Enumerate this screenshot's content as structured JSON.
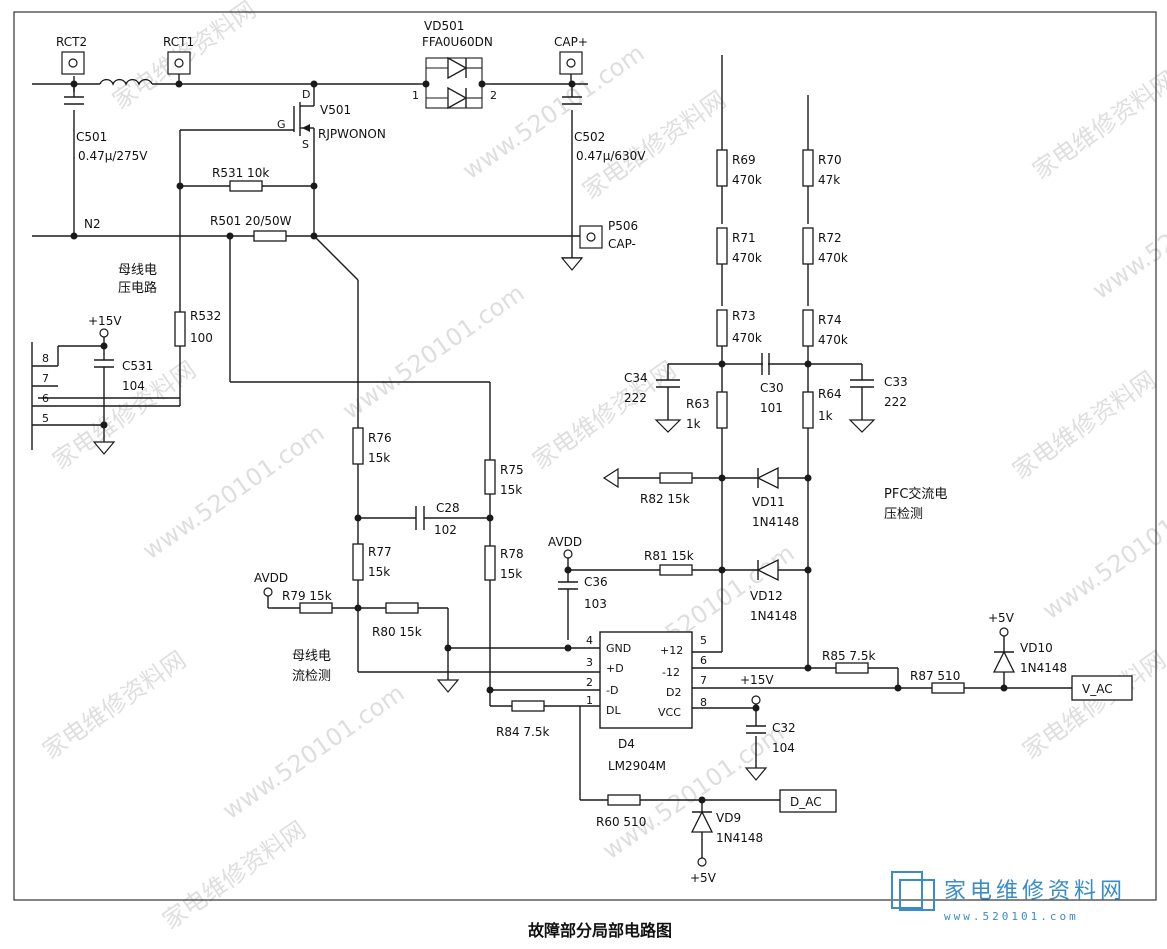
{
  "caption": "故障部分局部电路图",
  "watermark": {
    "logo": "家电维修资料网",
    "url": "www.520101.com",
    "tile_a": "家电维修资料网",
    "tile_b": "www.520101.com"
  },
  "notes": {
    "bus_voltage_1": "母线电",
    "bus_voltage_2": "压电路",
    "bus_current_1": "母线电",
    "bus_current_2": "流检测",
    "pfc_1": "PFC交流电",
    "pfc_2": "压检测"
  },
  "components": {
    "rct2": "RCT2",
    "rct1": "RCT1",
    "vd501_name": "VD501",
    "vd501_part": "FFA0U60DN",
    "vd501_pin1": "1",
    "vd501_pin2": "2",
    "cap_plus": "CAP+",
    "v501_name": "V501",
    "v501_part": "RJPWONON",
    "v501_d": "D",
    "v501_g": "G",
    "v501_s": "S",
    "c501_name": "C501",
    "c501_val": "0.47μ/275V",
    "c502_name": "C502",
    "c502_val": "0.47μ/630V",
    "r531": "R531  10k",
    "n2": "N2",
    "r501": "R501  20/50W",
    "p506": "P506",
    "cap_minus": "CAP-",
    "r532_name": "R532",
    "r532_val": "100",
    "p15v_a": "+15V",
    "c531_name": "C531",
    "c531_val": "104",
    "conn_8": "8",
    "conn_7": "7",
    "conn_6": "6",
    "conn_5": "5",
    "r69_name": "R69",
    "r69_val": "470k",
    "r70_name": "R70",
    "r70_val": "47k",
    "r71_name": "R71",
    "r71_val": "470k",
    "r72_name": "R72",
    "r72_val": "470k",
    "r73_name": "R73",
    "r73_val": "470k",
    "r74_name": "R74",
    "r74_val": "470k",
    "c34_name": "C34",
    "c34_val": "222",
    "r63_name": "R63",
    "r63_val": "1k",
    "c30_name": "C30",
    "c30_val": "101",
    "r64_name": "R64",
    "r64_val": "1k",
    "c33_name": "C33",
    "c33_val": "222",
    "r76_name": "R76",
    "r76_val": "15k",
    "r75_name": "R75",
    "r75_val": "15k",
    "c28_name": "C28",
    "c28_val": "102",
    "r77_name": "R77",
    "r77_val": "15k",
    "r78_name": "R78",
    "r78_val": "15k",
    "r82": "R82  15k",
    "vd11_name": "VD11",
    "vd11_part": "1N4148",
    "avdd_a": "AVDD",
    "r81": "R81  15k",
    "vd12_name": "VD12",
    "vd12_part": "1N4148",
    "c36_name": "C36",
    "c36_val": "103",
    "avdd_b": "AVDD",
    "r79": "R79  15k",
    "r80": "R80  15k",
    "d4_name": "D4",
    "d4_part": "LM2904M",
    "d4_gnd": "GND",
    "d4_pd": "+D",
    "d4_md": "-D",
    "d4_dl": "DL",
    "d4_p12": "+12",
    "d4_m12": "-12",
    "d4_d2": "D2",
    "d4_vcc": "VCC",
    "pin4": "4",
    "pin3": "3",
    "pin2": "2",
    "pin1": "1",
    "pin5": "5",
    "pin6": "6",
    "pin7": "7",
    "pin8": "8",
    "r85": "R85  7.5k",
    "p15v_b": "+15V",
    "r87": "R87  510",
    "p5v_a": "+5V",
    "vd10_name": "VD10",
    "vd10_part": "1N4148",
    "v_ac": "V_AC",
    "c32_name": "C32",
    "c32_val": "104",
    "r84": "R84  7.5k",
    "r60": "R60  510",
    "vd9_name": "VD9",
    "vd9_part": "1N4148",
    "d_ac": "D_AC",
    "p5v_b": "+5V"
  }
}
